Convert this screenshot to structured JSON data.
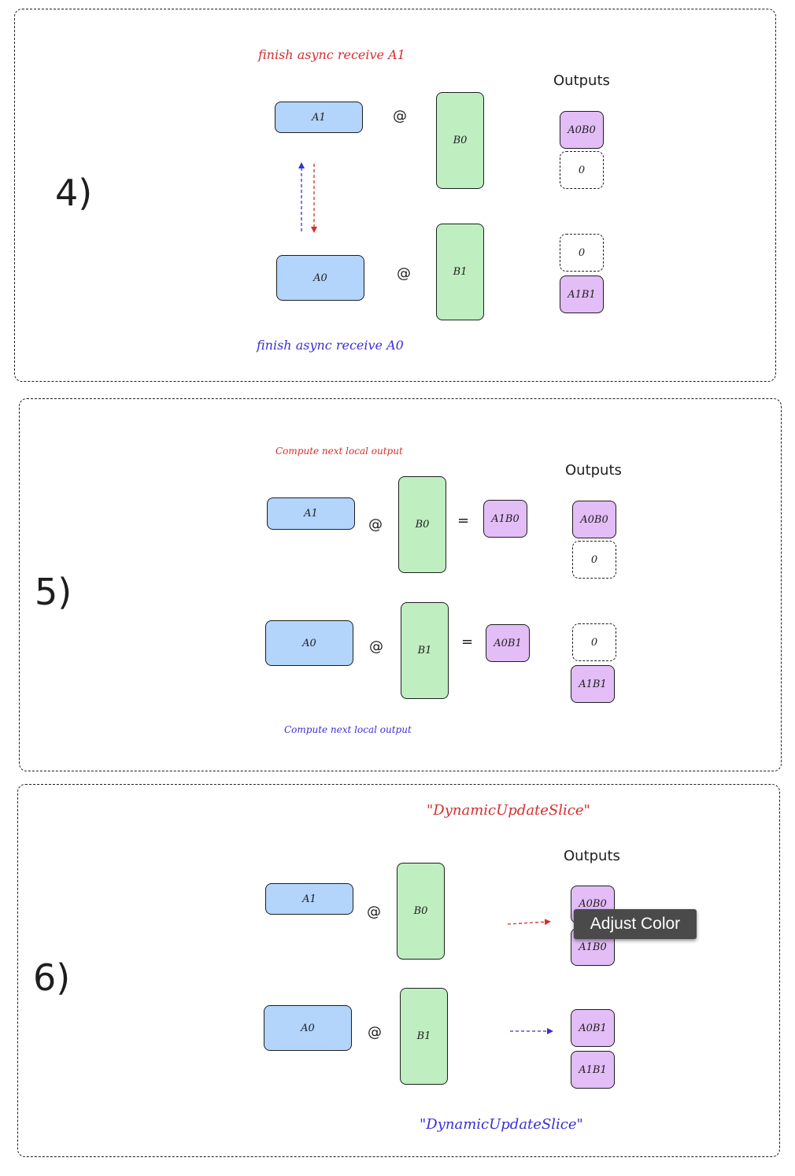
{
  "colors": {
    "red": "#d32f2f",
    "blue": "#3a2fd3",
    "matrix_a": "#b3d4fb",
    "matrix_b": "#bfeec1",
    "output": "#e3bdf6"
  },
  "panel4": {
    "step": "4)",
    "note_top": "finish async receive A1",
    "note_bottom": "finish async receive A0",
    "outputs_title": "Outputs",
    "row1": {
      "a": "A1",
      "op": "@",
      "b": "B0"
    },
    "row2": {
      "a": "A0",
      "op": "@",
      "b": "B1"
    },
    "outputs": [
      "A0B0",
      "0",
      "0",
      "A1B1"
    ]
  },
  "panel5": {
    "step": "5)",
    "note_top": "Compute next local output",
    "note_bottom": "Compute next local output",
    "outputs_title": "Outputs",
    "row1": {
      "a": "A1",
      "op": "@",
      "b": "B0",
      "eq": "=",
      "result": "A1B0"
    },
    "row2": {
      "a": "A0",
      "op": "@",
      "b": "B1",
      "eq": "=",
      "result": "A0B1"
    },
    "outputs": [
      "A0B0",
      "0",
      "0",
      "A1B1"
    ]
  },
  "panel6": {
    "step": "6)",
    "note_top": "\"DynamicUpdateSlice\"",
    "note_bottom": "\"DynamicUpdateSlice\"",
    "outputs_title": "Outputs",
    "row1": {
      "a": "A1",
      "op": "@",
      "b": "B0"
    },
    "row2": {
      "a": "A0",
      "op": "@",
      "b": "B1"
    },
    "outputs": [
      "A0B0",
      "A1B0",
      "A0B1",
      "A1B1"
    ]
  },
  "tooltip": {
    "label": "Adjust Color"
  }
}
